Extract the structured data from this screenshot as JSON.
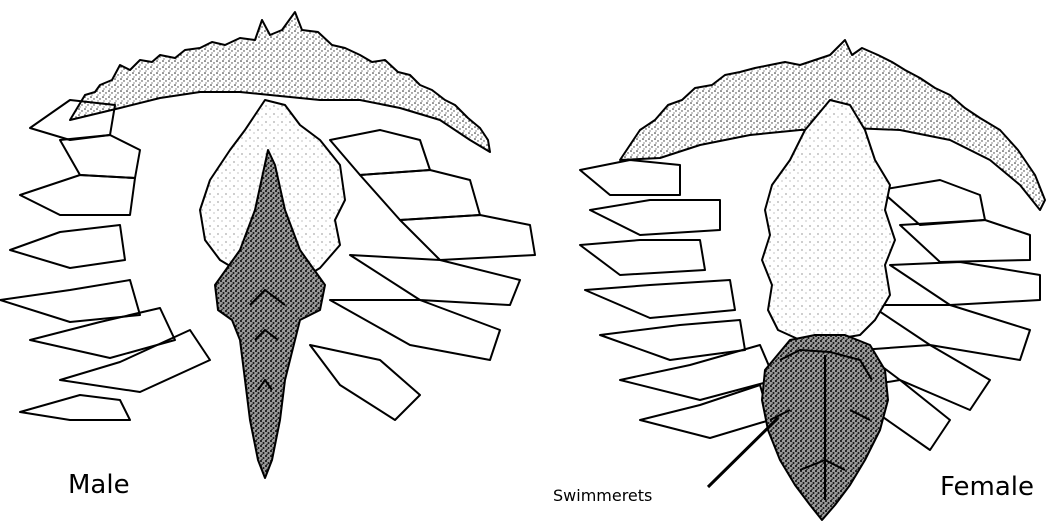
{
  "labels": {
    "male": "Male",
    "female": "Female",
    "swimmerets": "Swimmerets"
  },
  "colors": {
    "ink": "#000000",
    "stipple": "#555555",
    "paper": "#ffffff"
  }
}
